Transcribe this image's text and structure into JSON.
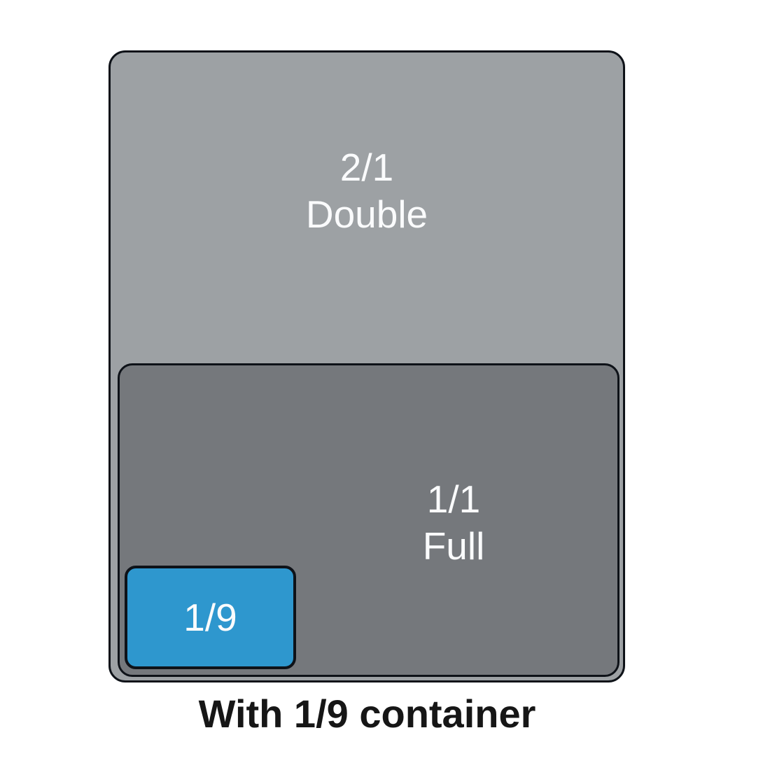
{
  "diagram": {
    "outline_color": "#0e1218",
    "label_color": "#fafbfc",
    "pans": {
      "double": {
        "size_label": "2/1",
        "name_label": "Double",
        "fill": "#9da1a4"
      },
      "full": {
        "size_label": "1/1",
        "name_label": "Full",
        "fill": "#75787c"
      },
      "ninth": {
        "size_label": "1/9",
        "fill": "#2e97ce"
      }
    }
  },
  "caption": {
    "text": "With 1/9 container",
    "color": "#161616"
  }
}
